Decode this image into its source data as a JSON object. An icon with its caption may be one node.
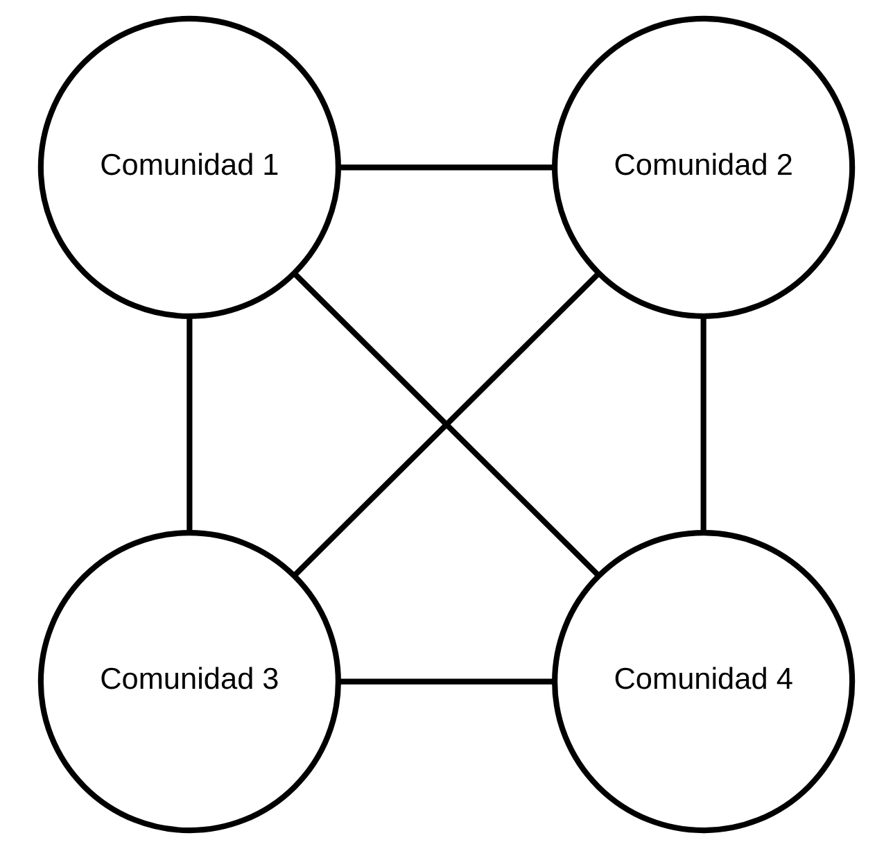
{
  "diagram": {
    "nodes": [
      {
        "text": [
          "Comunidad 1"
        ]
      },
      {
        "text": [
          "Comunidad 2"
        ]
      },
      {
        "text": [
          "Comunidad 3"
        ]
      },
      {
        "text": [
          "Comunidad 4"
        ]
      }
    ],
    "edges": [
      {
        "from": 0,
        "to": 1,
        "arrow": "none"
      },
      {
        "from": 0,
        "to": 2,
        "arrow": "none"
      },
      {
        "from": 0,
        "to": 3,
        "arrow": "none"
      },
      {
        "from": 1,
        "to": 2,
        "arrow": "none"
      },
      {
        "from": 1,
        "to": 3,
        "arrow": "none"
      },
      {
        "from": 2,
        "to": 3,
        "arrow": "none"
      }
    ]
  }
}
